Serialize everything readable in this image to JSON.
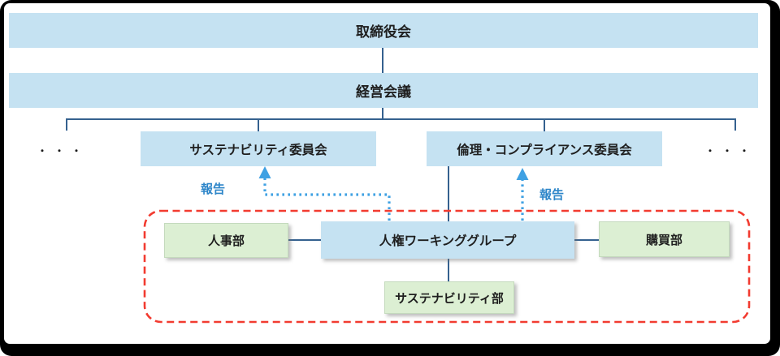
{
  "nodes": {
    "board": {
      "label": "取締役会"
    },
    "management_meeting": {
      "label": "経営会議"
    },
    "sustainability_committee": {
      "label": "サステナビリティ委員会"
    },
    "ethics_compliance_committee": {
      "label": "倫理・コンプライアンス委員会"
    },
    "human_rights_working_group": {
      "label": "人権ワーキンググループ"
    },
    "hr_department": {
      "label": "人事部"
    },
    "purchasing_department": {
      "label": "購買部"
    },
    "sustainability_department": {
      "label": "サステナビリティ部"
    }
  },
  "annotations": {
    "report_left": "報告",
    "report_right": "報告",
    "ellipsis_left": "・・・",
    "ellipsis_right": "・・・"
  },
  "colors": {
    "box_blue": "#C5E2F2",
    "box_green": "#DCEFD3",
    "line_navy": "#35618F",
    "arrow_blue": "#3FA1E3",
    "report_text_blue": "#2E86C9",
    "border_red": "#F23B30",
    "text_dark": "#1F1F1F"
  }
}
